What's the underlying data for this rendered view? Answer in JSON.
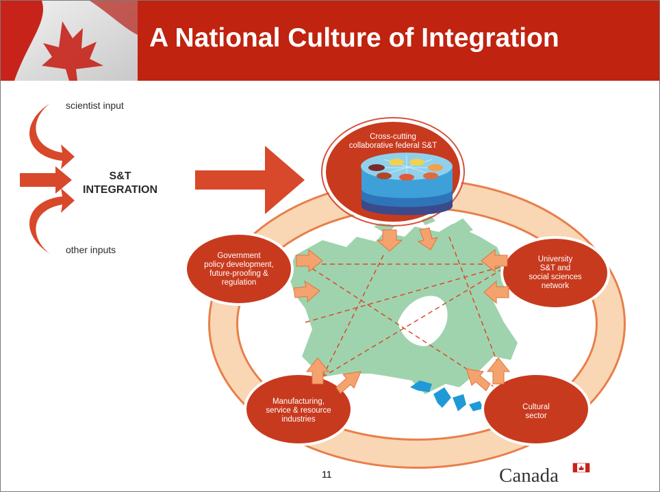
{
  "title": "A National Culture of Integration",
  "inputs": {
    "top": "scientist input",
    "bottom": "other inputs",
    "center_line1": "S&T",
    "center_line2": "INTEGRATION"
  },
  "nodes": {
    "top": [
      "Cross-cutting",
      "collaborative federal S&T"
    ],
    "left": [
      "Government",
      "policy development,",
      "future-proofing &",
      "regulation"
    ],
    "right": [
      "University",
      "S&T and",
      "social sciences",
      "network"
    ],
    "bottom_left": [
      "Manufacturing,",
      "service & resource",
      "industries"
    ],
    "bottom_right": [
      "Cultural",
      "sector"
    ]
  },
  "footer": {
    "page_number": "11",
    "wordmark": "Canada"
  },
  "colors": {
    "title_bar": "#c0230f",
    "node_fill": "#c83a1e",
    "arrow": "#e0572f",
    "ring": "#f6c9a3",
    "map": "#9ed3ae",
    "lakes": "#1f9ad6"
  }
}
